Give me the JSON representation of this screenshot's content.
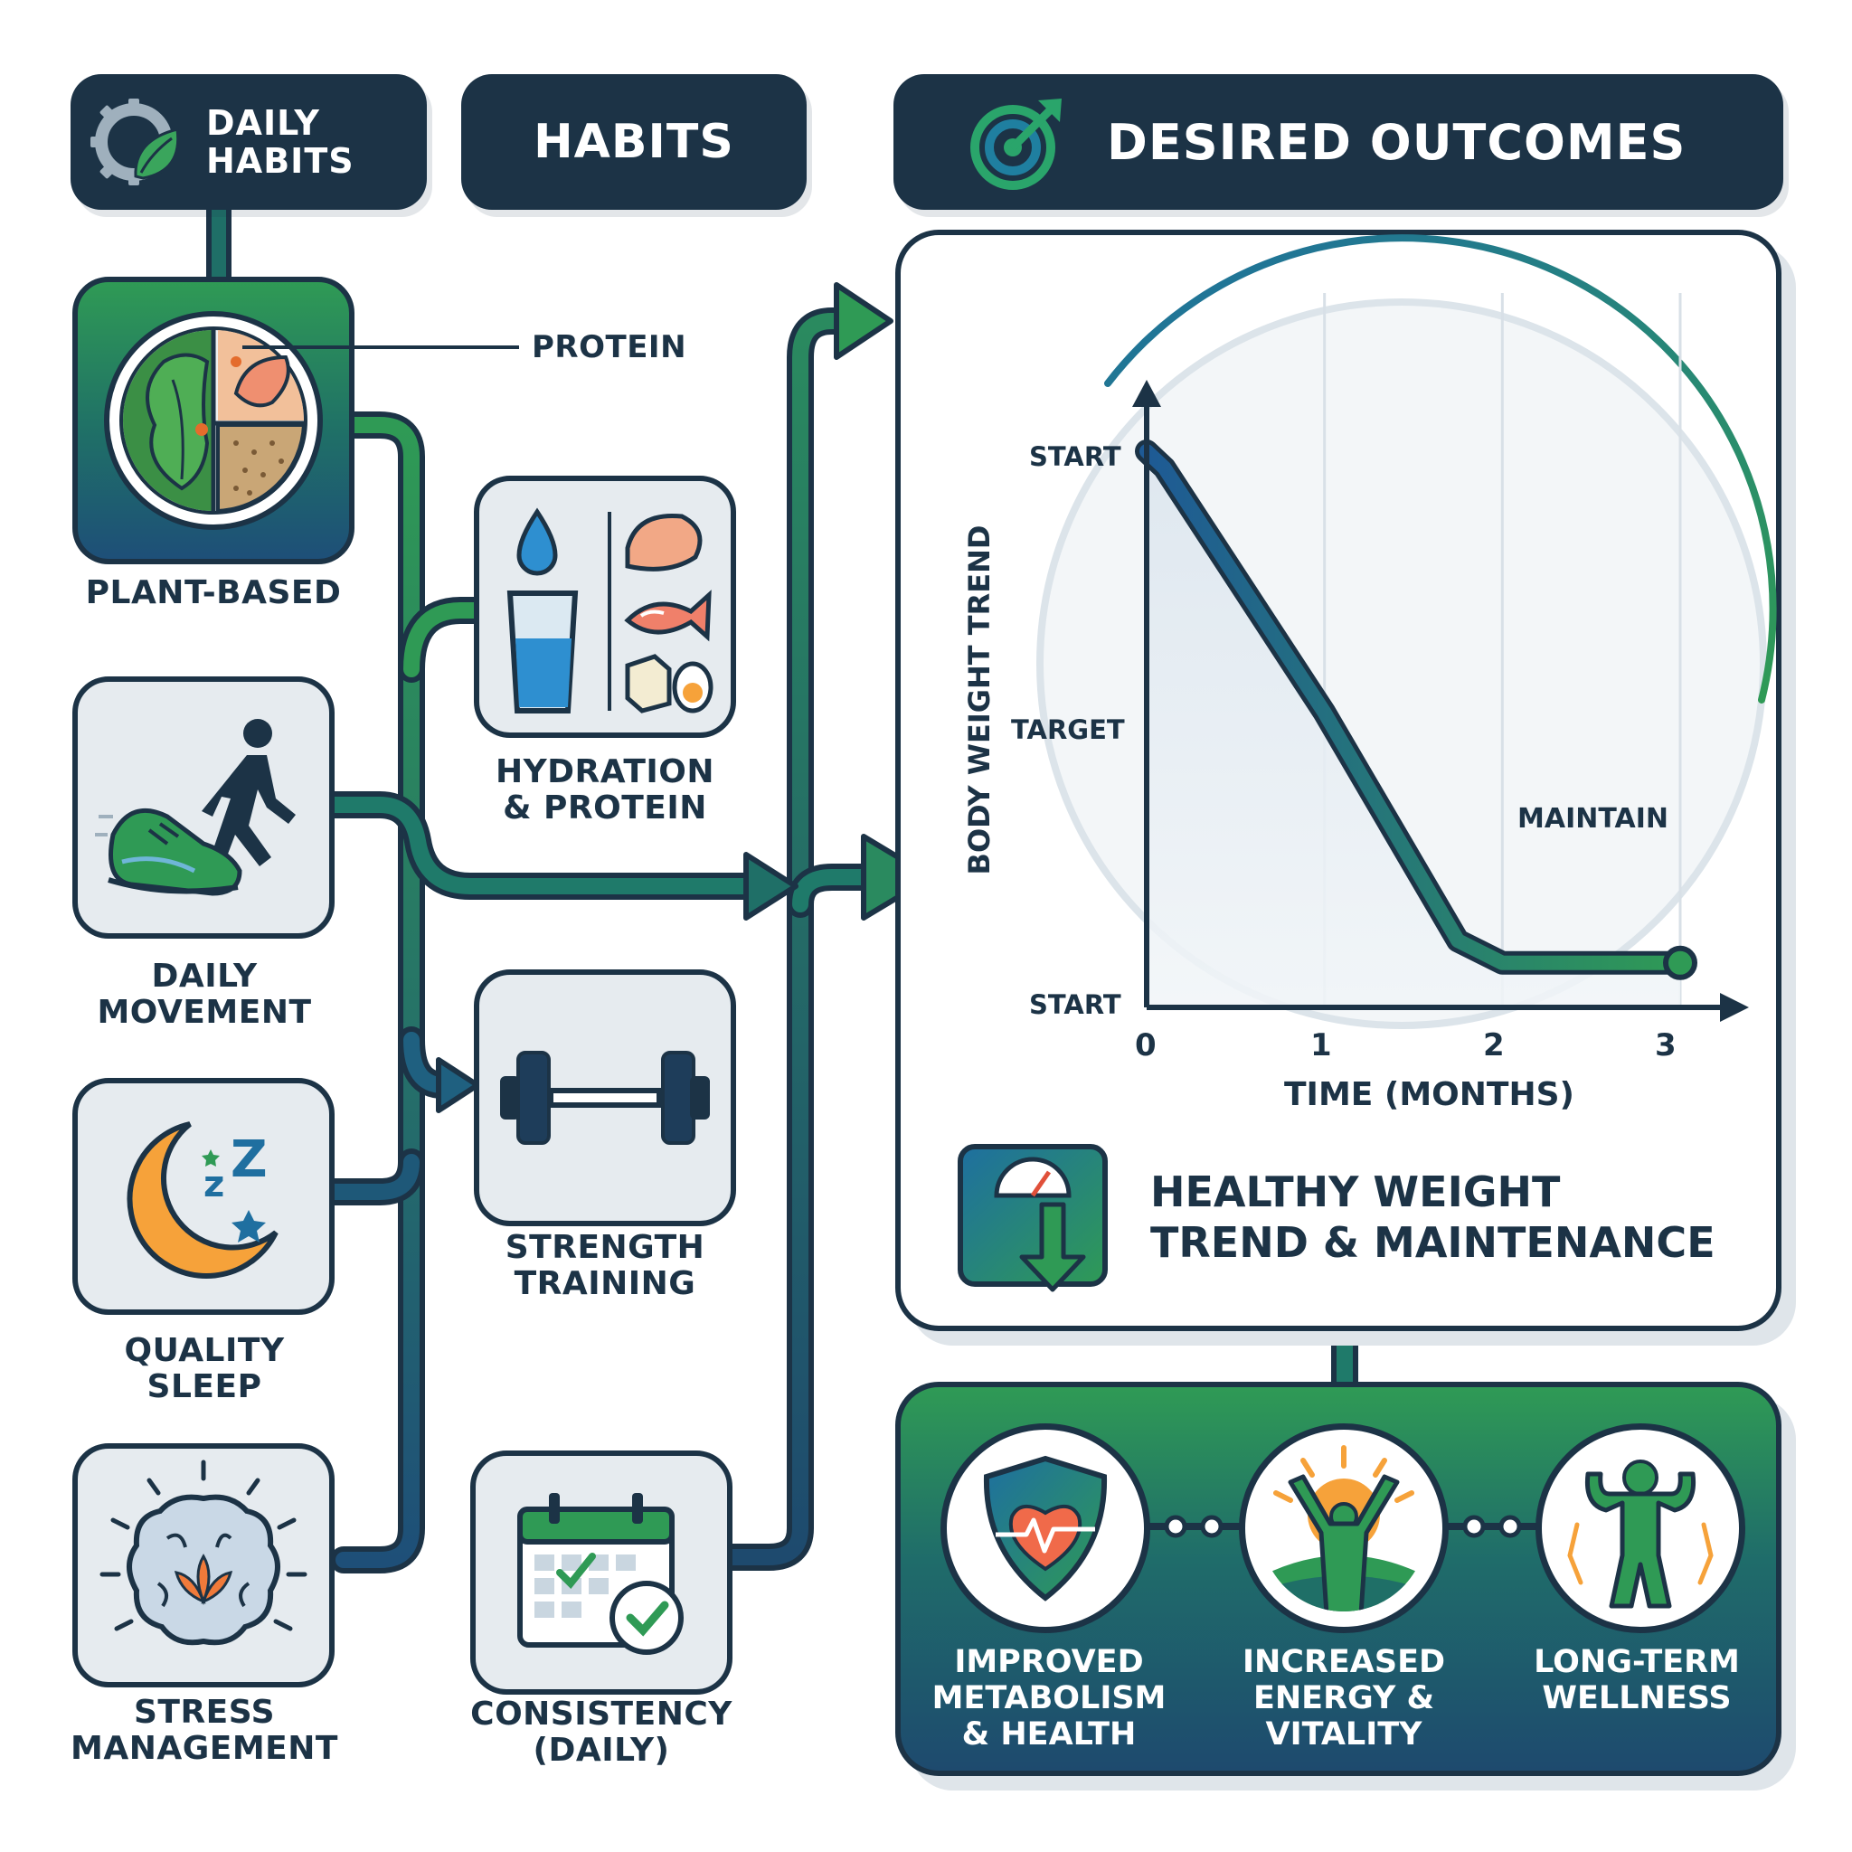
{
  "headers": {
    "daily_habits": "DAILY\nHABITS",
    "habits": "HABITS",
    "desired_outcomes": "DESIRED OUTCOMES"
  },
  "habits_left": [
    {
      "label": "PLANT-BASED",
      "icon": "plate-icon"
    },
    {
      "label": "DAILY\nMOVEMENT",
      "icon": "walking-icon"
    },
    {
      "label": "QUALITY\nSLEEP",
      "icon": "moon-sleep-icon"
    },
    {
      "label": "STRESS\nMANAGEMENT",
      "icon": "brain-lotus-icon"
    }
  ],
  "habits_middle": [
    {
      "label": "HYDRATION\n& PROTEIN",
      "icon": "water-protein-icon"
    },
    {
      "label": "STRENGTH\nTRAINING",
      "icon": "dumbbell-icon"
    },
    {
      "label": "CONSISTENCY\n(DAILY)",
      "icon": "calendar-check-icon"
    }
  ],
  "protein_callout": "PROTEIN",
  "chart_data": {
    "type": "line",
    "xlabel": "TIME (MONTHS)",
    "ylabel": "BODY WEIGHT TREND",
    "x_ticks": [
      "0",
      "1",
      "2",
      "3"
    ],
    "y_ticks": [
      "START",
      "TARGET",
      "START"
    ],
    "annotation": "MAINTAIN",
    "x": [
      0,
      0.1,
      1.0,
      1.75,
      2.0,
      3.0
    ],
    "y": [
      1.0,
      0.97,
      0.53,
      0.12,
      0.08,
      0.08
    ]
  },
  "outcome_title": "HEALTHY WEIGHT\nTREND & MAINTENANCE",
  "benefits": [
    {
      "label": "IMPROVED\nMETABOLISM\n& HEALTH",
      "icon": "heart-shield-icon"
    },
    {
      "label": "INCREASED\nENERGY &\nVITALITY",
      "icon": "sunrise-person-icon"
    },
    {
      "label": "LONG-TERM\nWELLNESS",
      "icon": "strong-person-icon"
    }
  ],
  "colors": {
    "navy": "#1c3346",
    "green": "#2f9a55",
    "teal": "#1f6f67",
    "blue": "#1e5a85",
    "card_bg": "#e6ebef"
  }
}
